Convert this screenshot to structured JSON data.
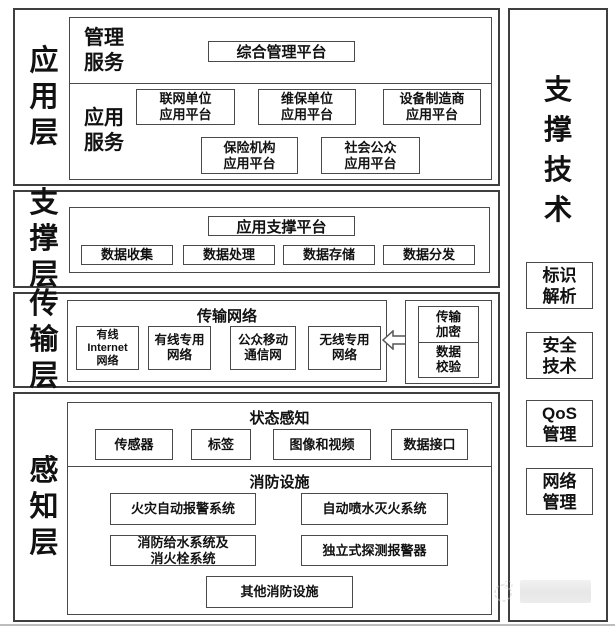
{
  "application_layer": {
    "label": "应\n用\n层",
    "management": {
      "label": "管理\n服务",
      "platform": "综合管理平台"
    },
    "services": {
      "label": "应用\n服务",
      "row1": [
        "联网单位\n应用平台",
        "维保单位\n应用平台",
        "设备制造商\n应用平台"
      ],
      "row2": [
        "保险机构\n应用平台",
        "社会公众\n应用平台"
      ]
    }
  },
  "support_layer": {
    "label": "支\n撑\n层",
    "platform": "应用支撑平台",
    "boxes": [
      "数据收集",
      "数据处理",
      "数据存储",
      "数据分发"
    ]
  },
  "transmission_layer": {
    "label": "传\n输\n层",
    "network_title": "传输网络",
    "networks": [
      "有线\nInternet\n网络",
      "有线专用\n网络",
      "公众移动\n通信网",
      "无线专用\n网络"
    ],
    "security": {
      "top": "传输\n加密",
      "bottom": "数据\n校验"
    }
  },
  "perception_layer": {
    "label": "感\n知\n层",
    "sensing": {
      "title": "状态感知",
      "boxes": [
        "传感器",
        "标签",
        "图像和视频",
        "数据接口"
      ]
    },
    "fire": {
      "title": "消防设施",
      "row1": [
        "火灾自动报警系统",
        "自动喷水灭火系统"
      ],
      "row2": [
        "消防给水系统及\n消火栓系统",
        "独立式探测报警器"
      ],
      "row3": [
        "其他消防设施"
      ]
    }
  },
  "right_panel": {
    "title": "支\n撑\n技\n术",
    "boxes": [
      "标识\n解析",
      "安全\n技术",
      "QoS\n管理",
      "网络\n管理"
    ]
  },
  "colors": {
    "border": "#434343",
    "text": "#111111",
    "background": "#ffffff"
  }
}
